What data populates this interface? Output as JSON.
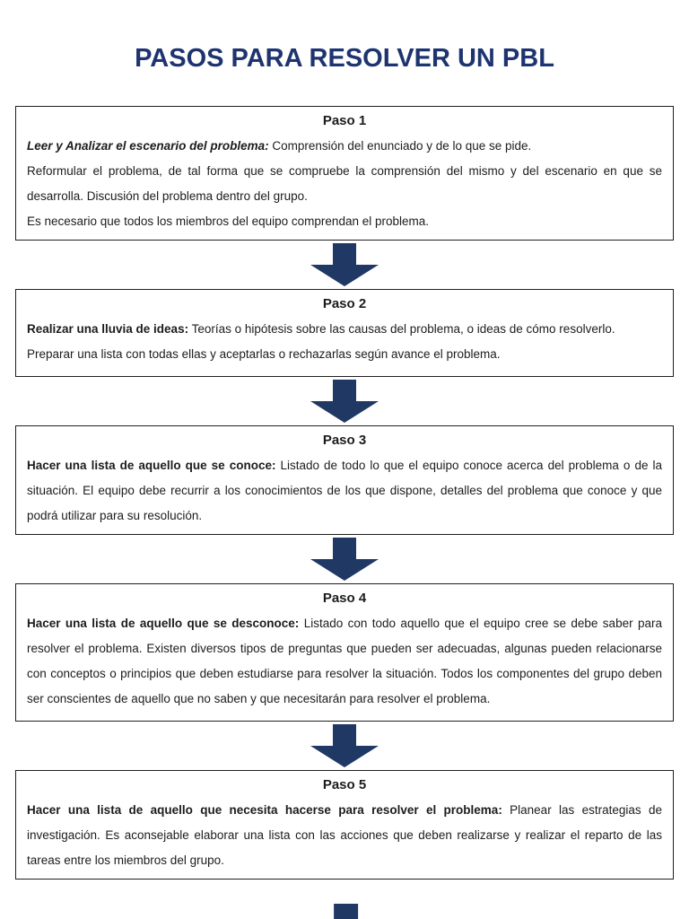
{
  "page": {
    "title": "PASOS PARA RESOLVER UN PBL"
  },
  "colors": {
    "title_navy": "#1e3470",
    "arrow_navy": "#1f3864",
    "box_border": "#1f1f1f",
    "body_text": "#1c1c1c",
    "background": "#ffffff"
  },
  "icons": {
    "flow_arrow": "down-block-arrow"
  },
  "steps": [
    {
      "label": "Paso 1",
      "paragraphs": [
        {
          "lead": "Leer y Analizar el escenario del problema:",
          "text": " Comprensión del enunciado y de lo que se pide."
        },
        {
          "lead": "",
          "text": "Reformular el problema, de tal forma que se compruebe la comprensión del mismo y del escenario en que se desarrolla. Discusión del problema dentro del grupo."
        },
        {
          "lead": "",
          "text": "Es necesario que todos los miembros del equipo comprendan el problema."
        }
      ]
    },
    {
      "label": "Paso 2",
      "paragraphs": [
        {
          "lead": "Realizar una lluvia de ideas:",
          "text": " Teorías o hipótesis sobre las causas del problema, o ideas de cómo resolverlo."
        },
        {
          "lead": "",
          "text": "Preparar una lista con todas ellas y aceptarlas o rechazarlas según avance el problema."
        }
      ]
    },
    {
      "label": "Paso 3",
      "paragraphs": [
        {
          "lead": "Hacer una lista de aquello que se conoce:",
          "text": " Listado de todo lo que el equipo conoce acerca del problema o de la situación. El equipo debe recurrir a los conocimientos de los que dispone, detalles del problema que conoce y que podrá utilizar para su resolución."
        }
      ]
    },
    {
      "label": "Paso 4",
      "paragraphs": [
        {
          "lead": "Hacer una lista de aquello que se desconoce:",
          "text": " Listado con todo aquello que el equipo cree se debe saber para resolver el problema. Existen diversos tipos de preguntas que pueden ser adecuadas, algunas pueden relacionarse con conceptos o principios que deben estudiarse para resolver la situación. Todos los componentes del grupo deben ser conscientes de aquello que no saben y que necesitarán para resolver el problema."
        }
      ]
    },
    {
      "label": "Paso 5",
      "paragraphs": [
        {
          "lead": "Hacer una lista de aquello que necesita hacerse para resolver el problema:",
          "text": " Planear las estrategias de investigación. Es aconsejable elaborar una lista con las acciones que deben realizarse y realizar el reparto de las tareas entre los miembros del grupo."
        }
      ]
    }
  ]
}
